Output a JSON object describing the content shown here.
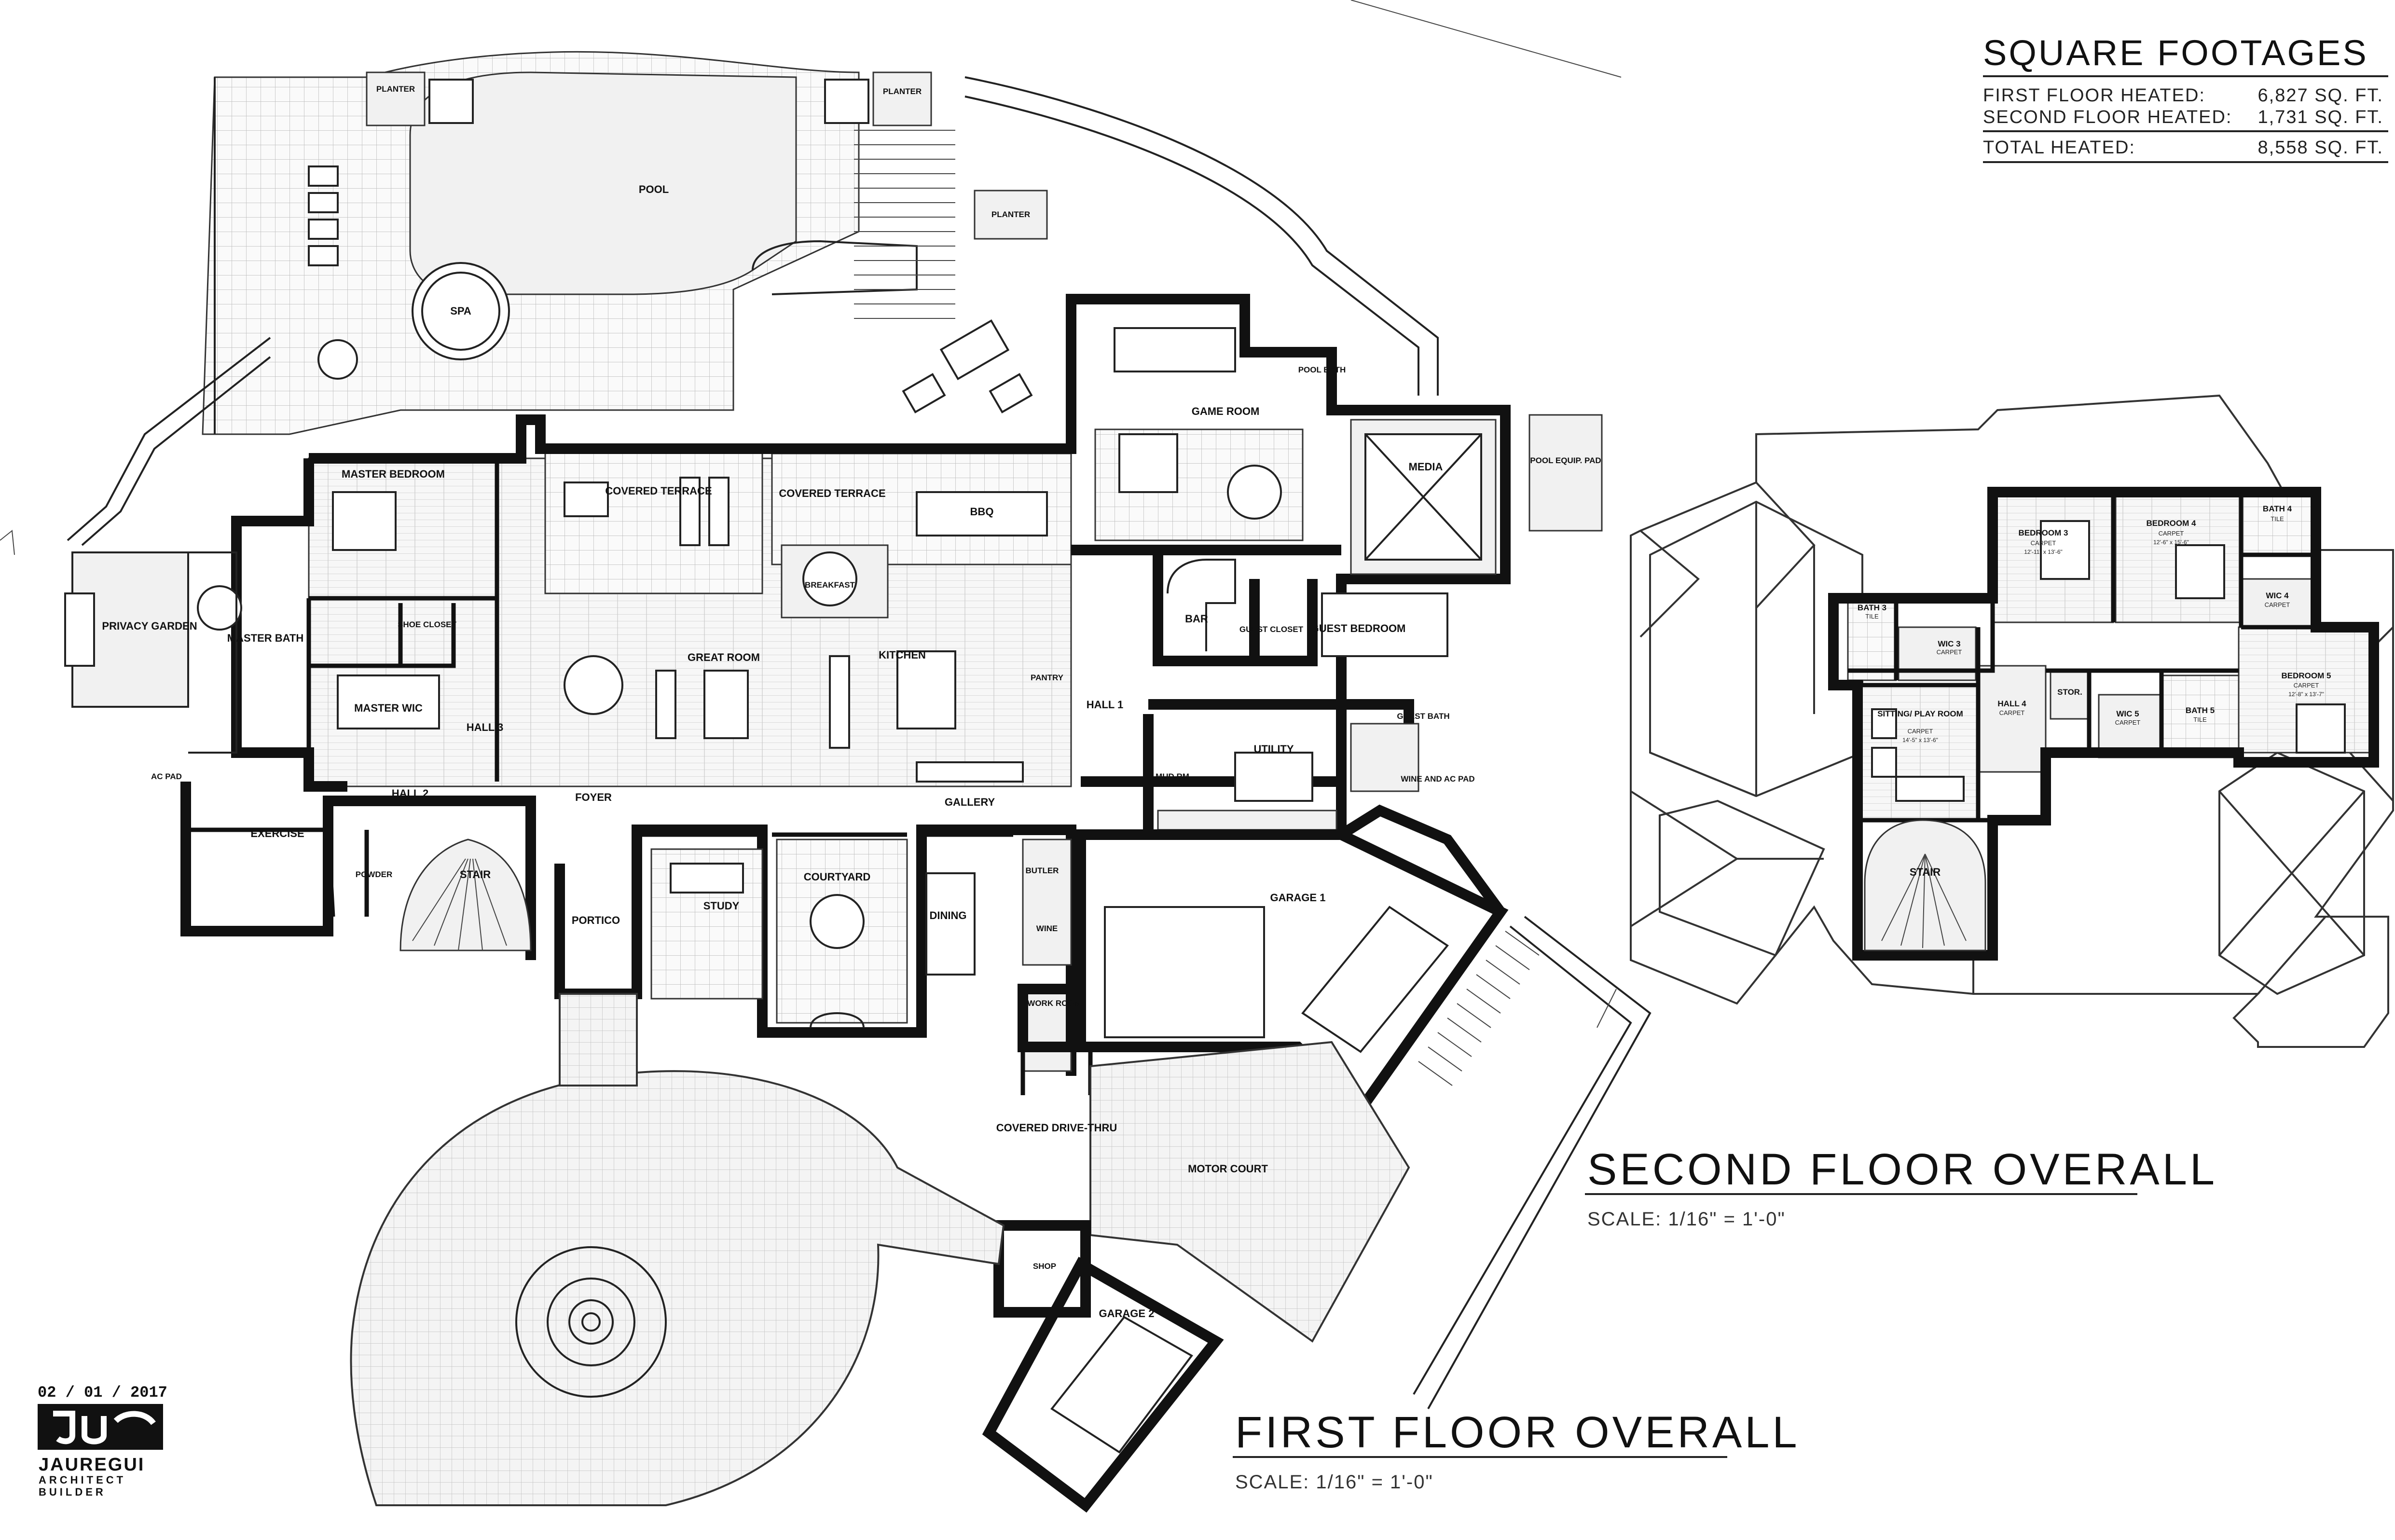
{
  "square_footages": {
    "heading": "SQUARE FOOTAGES",
    "rows": [
      {
        "label": "FIRST FLOOR HEATED:",
        "value": "6,827 SQ. FT."
      },
      {
        "label": "SECOND FLOOR HEATED:",
        "value": "1,731 SQ. FT."
      }
    ],
    "total": {
      "label": "TOTAL HEATED:",
      "value": "8,558 SQ. FT."
    }
  },
  "first_floor": {
    "title": "FIRST FLOOR OVERALL",
    "scale": "SCALE: 1/16\" = 1'-0\"",
    "rooms": {
      "planter_1": "PLANTER",
      "planter_2": "PLANTER",
      "planter_3": "PLANTER",
      "pool": "POOL",
      "spa": "SPA",
      "pool_bath": "POOL BATH",
      "game_room": "GAME ROOM",
      "media": "MEDIA",
      "pool_equip": "POOL EQUIP. PAD",
      "master_bedroom": "MASTER BEDROOM",
      "covered_terrace_1": "COVERED TERRACE",
      "covered_terrace_2": "COVERED TERRACE",
      "bbq": "BBQ",
      "breakfast": "BREAKFAST",
      "bar": "BAR",
      "guest_closet": "GUEST CLOSET",
      "guest_bedroom": "GUEST BEDROOM",
      "privacy_garden": "PRIVACY GARDEN",
      "master_bath": "MASTER BATH",
      "shoe_closet": "SHOE CLOSET",
      "master_wic": "MASTER WIC",
      "hall_3": "HALL 3",
      "great_room": "GREAT ROOM",
      "kitchen": "KITCHEN",
      "pantry": "PANTRY",
      "hall_1": "HALL 1",
      "utility": "UTILITY",
      "guest_bath": "GUEST BATH",
      "ac_pad": "AC PAD",
      "hall_2": "HALL 2",
      "foyer": "FOYER",
      "gallery": "GALLERY",
      "mud_rm": "MUD RM",
      "wine_ac_pad": "WINE AND AC PAD",
      "exercise": "EXERCISE",
      "powder": "POWDER",
      "stair": "STAIR",
      "portico": "PORTICO",
      "study": "STUDY",
      "courtyard": "COURTYARD",
      "dining": "DINING",
      "butler": "BUTLER",
      "wine": "WINE",
      "garage_1": "GARAGE 1",
      "work_room": "WORK ROOM",
      "covered_drive_thru": "COVERED DRIVE-THRU",
      "motor_court": "MOTOR COURT",
      "shop": "SHOP",
      "garage_2": "GARAGE 2"
    }
  },
  "second_floor": {
    "title": "SECOND FLOOR OVERALL",
    "scale": "SCALE: 1/16\" = 1'-0\"",
    "rooms": {
      "bedroom_3": "BEDROOM 3",
      "bedroom_3_fin": "CARPET",
      "bedroom_3_dim": "12'-11\" x 13'-6\"",
      "bedroom_4": "BEDROOM 4",
      "bedroom_4_fin": "CARPET",
      "bedroom_4_dim": "12'-6\" x 15'-6\"",
      "bath_4": "BATH 4",
      "bath_4_fin": "TILE",
      "wic_4": "WIC 4",
      "wic_4_fin": "CARPET",
      "bath_3": "BATH 3",
      "bath_3_fin": "TILE",
      "wic_3": "WIC 3",
      "wic_3_fin": "CARPET",
      "bedroom_5": "BEDROOM 5",
      "bedroom_5_fin": "CARPET",
      "bedroom_5_dim": "12'-8\" x 13'-7\"",
      "sitting": "SITTING/ PLAY ROOM",
      "sitting_fin": "CARPET",
      "sitting_dim": "14'-5\" x 13'-6\"",
      "hall_4": "HALL 4",
      "hall_4_fin": "CARPET",
      "stor": "STOR.",
      "wic_5": "WIC 5",
      "wic_5_fin": "CARPET",
      "bath_5": "BATH 5",
      "bath_5_fin": "TILE",
      "stair": "STAIR"
    }
  },
  "titleblock": {
    "date": "02 / 01 / 2017",
    "firm": "JAUREGUI",
    "firm_sub_1": "ARCHITECT",
    "firm_sub_2": "BUILDER"
  }
}
